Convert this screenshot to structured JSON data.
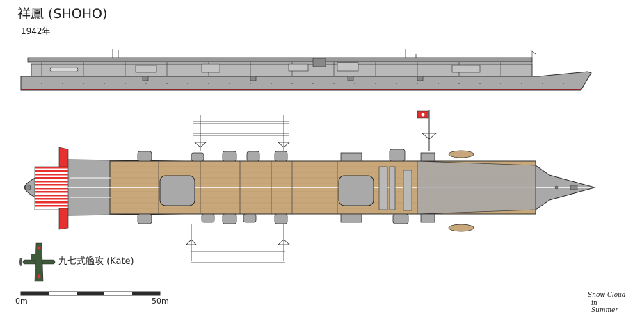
{
  "header": {
    "title": "祥鳳 (SHOHO)",
    "year": "1942年"
  },
  "aircraft": {
    "label": "九七式艦攻 (Kate)"
  },
  "scale": {
    "start": "0m",
    "end": "50m"
  },
  "signature": {
    "line1": "Snow Cloud",
    "line2": "in Summer"
  },
  "colors": {
    "hull": "#a9a9a9",
    "deck": "#c8a87a",
    "outline": "#2b2b2b",
    "stripes": "#e8312f",
    "flag": "#e03030",
    "plane": "#3f5a3a"
  }
}
